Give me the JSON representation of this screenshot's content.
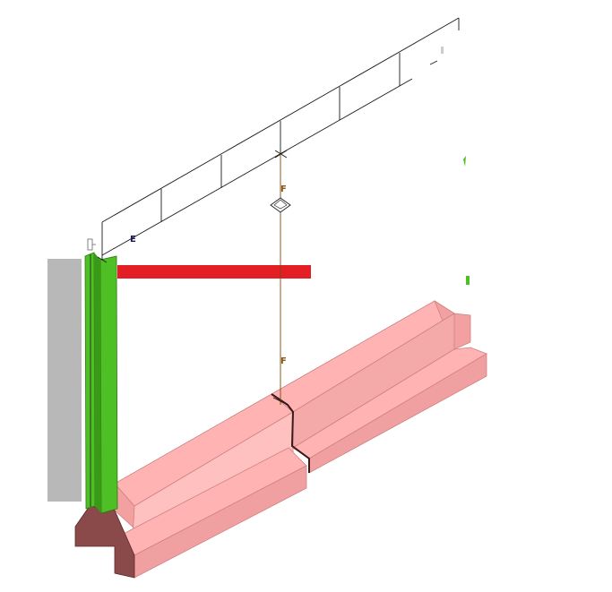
{
  "viewport": {
    "background": "#ffffff"
  },
  "labels": {
    "grid_end": "E",
    "grid_mid_upper": "F",
    "grid_mid_lower": "F"
  },
  "colors": {
    "line": "#1a1a1a",
    "grid_center": "#7a4a10",
    "gray_panel": "#b8b8b8",
    "green_post": "#4fbf26",
    "red_beam": "#e31e24",
    "footing_top": "#ffb3b3",
    "footing_front": "#f2a0a0",
    "footing_side": "#e58a8a",
    "footing_base": "#8b4a4a"
  },
  "icons": {
    "section_marker": "section-marker-icon",
    "elevation_marker": "elevation-marker-icon"
  }
}
